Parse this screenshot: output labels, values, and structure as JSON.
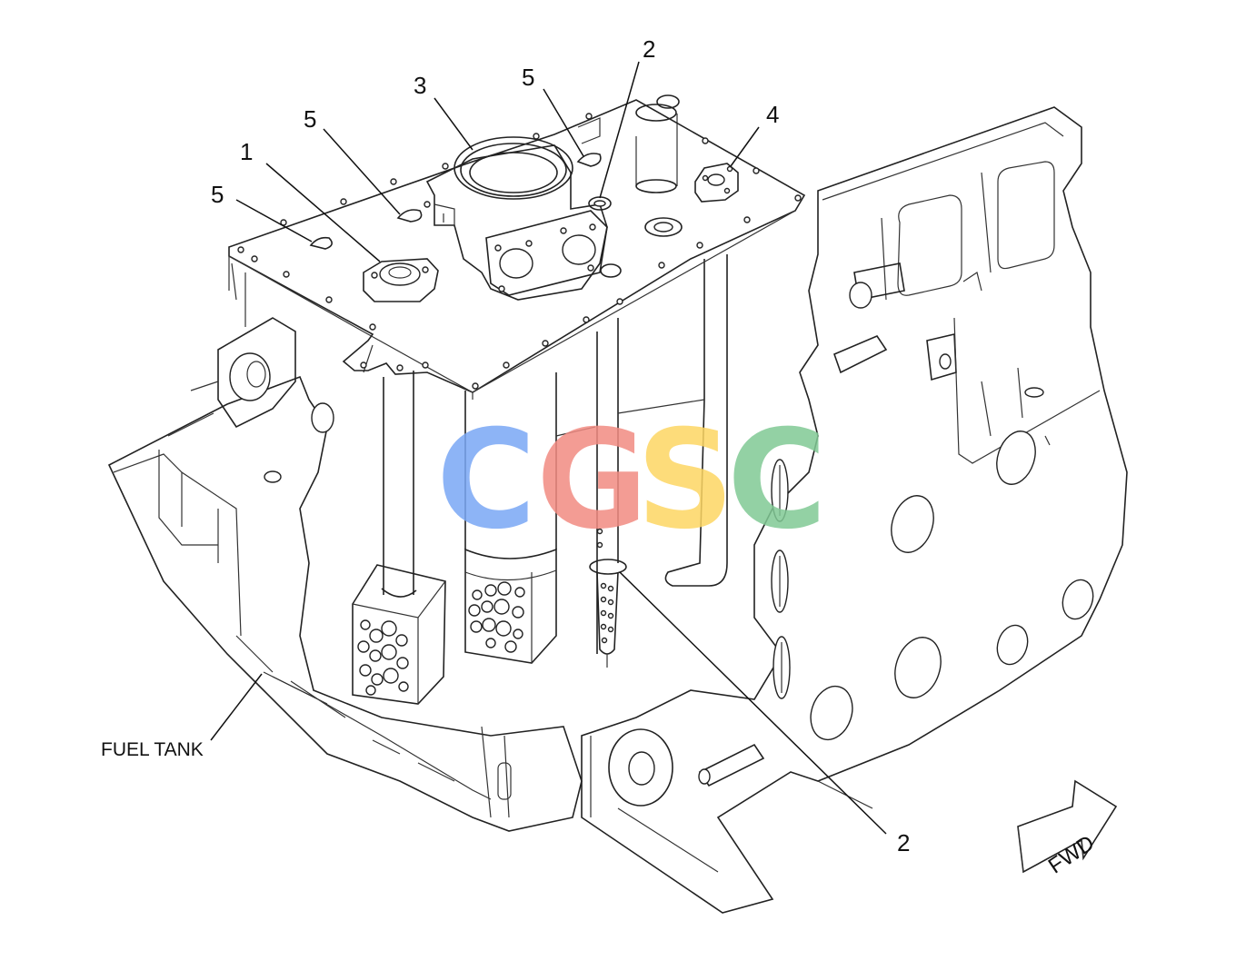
{
  "callouts": {
    "c1": "1",
    "c2_top": "2",
    "c2_bottom": "2",
    "c3": "3",
    "c4": "4",
    "c5_a": "5",
    "c5_b": "5",
    "c5_c": "5"
  },
  "labels": {
    "fuel_tank": "FUEL TANK",
    "fwd": "FWD"
  },
  "watermark": {
    "letters": [
      "C",
      "G",
      "S",
      "C"
    ],
    "colors": [
      "#7aa7f5",
      "#f28b82",
      "#fdd663",
      "#81c995"
    ]
  }
}
